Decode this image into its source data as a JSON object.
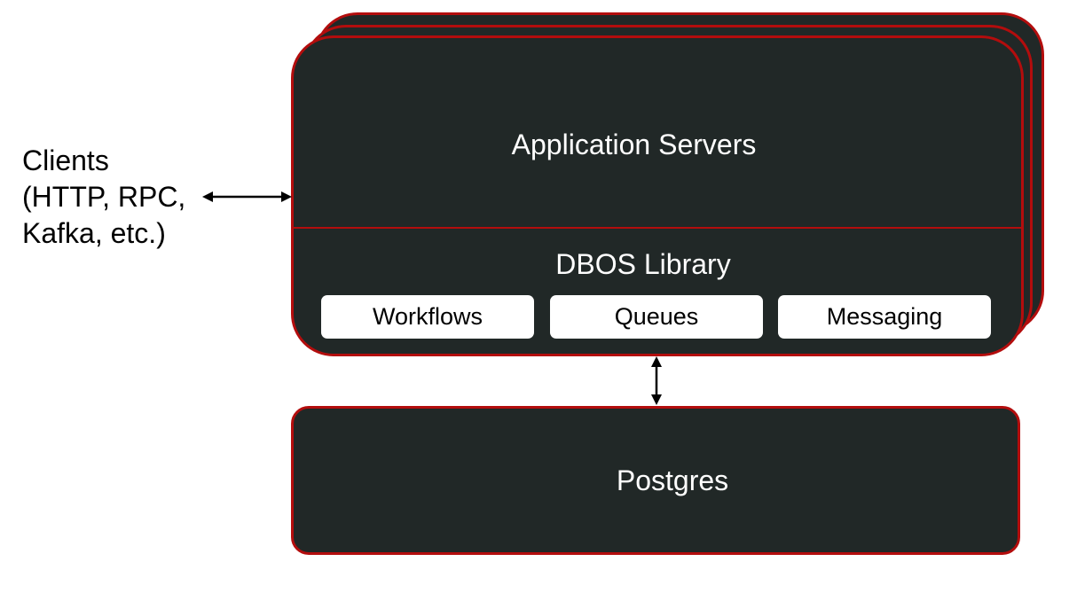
{
  "clients": {
    "lines": [
      "Clients",
      "(HTTP, RPC,",
      "Kafka, etc.)"
    ]
  },
  "app_servers": {
    "title": "Application Servers"
  },
  "dbos_library": {
    "title": "DBOS Library",
    "components": [
      "Workflows",
      "Queues",
      "Messaging"
    ]
  },
  "database": {
    "label": "Postgres"
  },
  "colors": {
    "box_fill": "#212827",
    "border": "#b30d0d",
    "chip_fill": "#ffffff",
    "text_light": "#ffffff",
    "text_dark": "#000000"
  }
}
